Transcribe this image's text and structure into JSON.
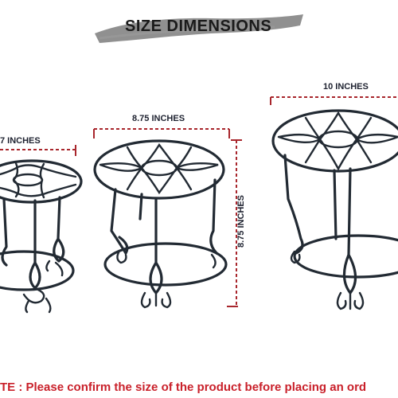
{
  "header": {
    "title": "SIZE DIMENSIONS"
  },
  "dimensions": {
    "small_width": "7 INCHES",
    "medium_width": "8.75 INCHES",
    "medium_height": "8.75 INCHES",
    "large_width": "10 INCHES"
  },
  "footer": {
    "note": "TE : Please confirm the size of the product before placing an ord"
  },
  "colors": {
    "dimension_line": "#a8262c",
    "metal": "#222a33",
    "note_text": "#c9202a",
    "brush": "#7a7a7a"
  }
}
